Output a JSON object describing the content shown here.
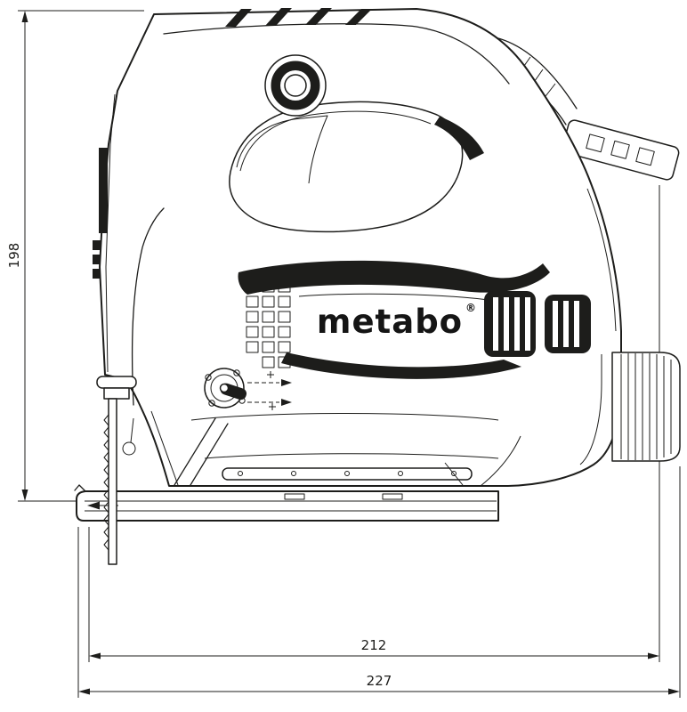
{
  "colors": {
    "background": "#ffffff",
    "ink": "#1d1d1b"
  },
  "logo": {
    "brand": "metabo",
    "registered": "®"
  },
  "dimensions": {
    "height": "198",
    "width_inner": "212",
    "width_overall": "227"
  }
}
